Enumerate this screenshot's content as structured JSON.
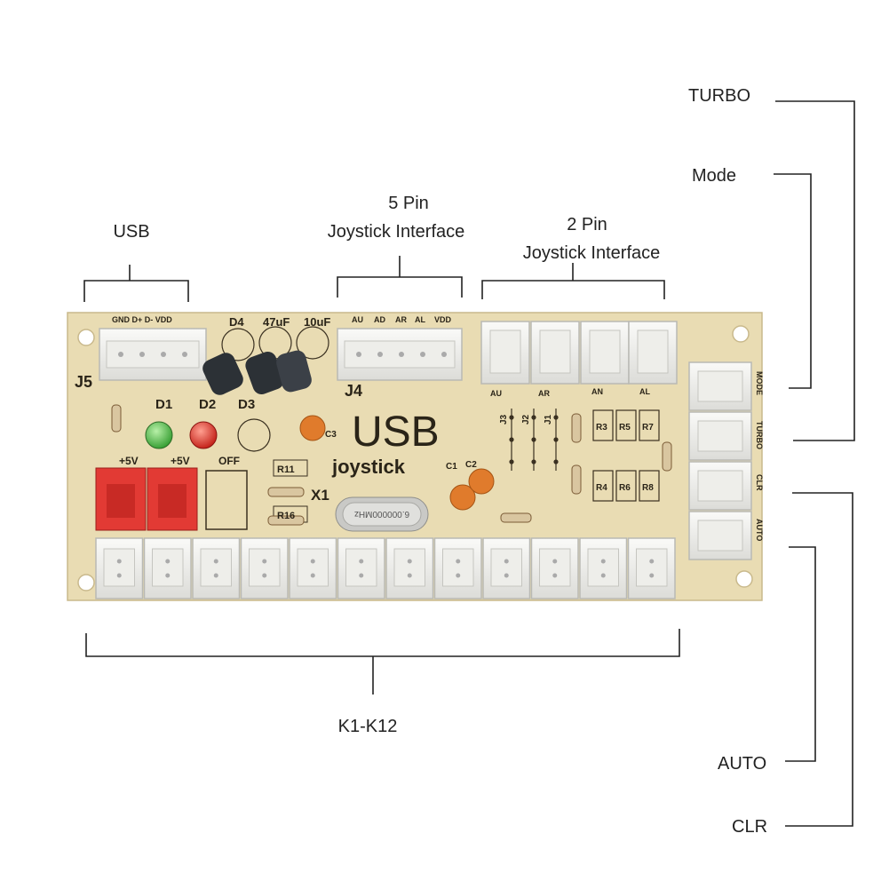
{
  "callouts": {
    "usb": "USB",
    "five_pin_line1": "5 Pin",
    "five_pin_line2": "Joystick Interface",
    "two_pin_line1": "2 Pin",
    "two_pin_line2": "Joystick Interface",
    "turbo": "TURBO",
    "mode": "Mode",
    "auto": "AUTO",
    "clr": "CLR",
    "k_range": "K1-K12"
  },
  "silkscreen": {
    "j5": "J5",
    "j4": "J4",
    "x1": "X1",
    "usb_title": "USB",
    "joystick_title": "joystick",
    "d1": "D1",
    "d2": "D2",
    "d3": "D3",
    "d4": "D4",
    "cap_47uf": "47uF",
    "cap_10uf": "10uF",
    "plus5v_a": "+5V",
    "plus5v_b": "+5V",
    "off": "OFF",
    "usb_pins": "GND D+ D- VDD",
    "pin_au": "AU",
    "pin_ad": "AD",
    "pin_ar": "AR",
    "pin_al": "AL",
    "pin_vdd": "VDD",
    "an": "AN",
    "al2": "AL",
    "au2": "AU",
    "ar2": "AR",
    "j3": "J3",
    "j2": "J2",
    "j1": "J1",
    "r3": "R3",
    "r5": "R5",
    "r7": "R7",
    "r4": "R4",
    "r6": "R6",
    "r8": "R8",
    "r11": "R11",
    "r16": "R16",
    "c1": "C1",
    "c2": "C2",
    "c3": "C3",
    "mode_side": "MODE",
    "turbo_side": "TURBO",
    "clr_side": "CLR",
    "auto_side": "AUTO",
    "crystal": "6.000000MHz"
  },
  "colors": {
    "pcb": "#e9dcb3",
    "connector": "#f3f3f1",
    "red_switch": "#e23a34",
    "led_green": "#3fae3a",
    "led_red": "#d8241c",
    "cap_orange": "#e07b2c"
  }
}
